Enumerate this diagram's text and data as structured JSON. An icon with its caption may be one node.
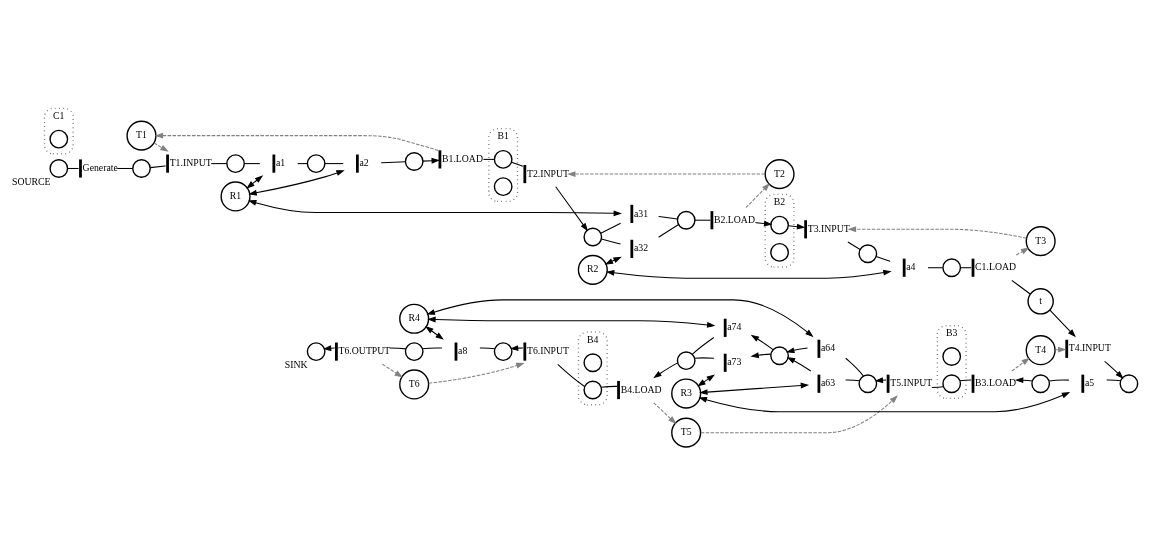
{
  "diagram": {
    "nodes": [
      {
        "text": [
          "T1"
        ]
      },
      {
        "text": [
          "R2"
        ]
      },
      {
        "text": [
          "T2"
        ]
      },
      {
        "text": [
          "T3"
        ]
      },
      {
        "text": [],
        "shape": "circle"
      },
      {
        "text": [],
        "shape": "bar",
        "beside": [
          "T1.INPUT"
        ]
      },
      {
        "text": [],
        "shape": "circle"
      },
      {
        "text": [],
        "shape": "bar",
        "beside": [
          "a1"
        ]
      },
      {
        "text": [],
        "shape": "circle"
      },
      {
        "text": [],
        "shape": "bar",
        "beside": [
          "a2"
        ]
      },
      {
        "text": [],
        "shape": "circle"
      },
      {
        "text": [],
        "shape": "bar",
        "beside": [
          "B1.LOAD"
        ]
      },
      {
        "text": [
          "B1"
        ]
      },
      {
        "text": [],
        "shape": "circle",
        "in": 12
      },
      {
        "text": [],
        "shape": "circle",
        "in": 12
      },
      {
        "text": [],
        "shape": "bar",
        "beside": [
          "T2.INPUT"
        ]
      },
      {
        "text": [],
        "shape": "circle"
      },
      {
        "text": [],
        "shape": "bar",
        "beside": [
          "a32"
        ]
      },
      {
        "text": [],
        "shape": "bar",
        "beside": [
          "a31"
        ]
      },
      {
        "text": [],
        "shape": "circle"
      },
      {
        "text": [],
        "shape": "bar",
        "beside": [
          "B2.LOAD"
        ]
      },
      {
        "text": [
          "B2"
        ]
      },
      {
        "text": [],
        "shape": "circle",
        "in": 21
      },
      {
        "text": [],
        "shape": "circle",
        "in": 21
      },
      {
        "text": [],
        "shape": "bar",
        "beside": [
          "T3.INPUT"
        ]
      },
      {
        "text": [],
        "shape": "circle"
      },
      {
        "text": [],
        "shape": "bar",
        "beside": [
          "a4"
        ]
      },
      {
        "text": [],
        "shape": "circle"
      },
      {
        "text": [],
        "shape": "bar",
        "beside": [
          "Generate"
        ]
      },
      {
        "text": [
          "R1"
        ]
      },
      {
        "text": [],
        "shape": "bar",
        "beside": [
          "C1.LOAD"
        ]
      },
      {
        "text": [
          "C1"
        ]
      },
      {
        "text": [],
        "shape": "circle",
        "in": 31
      },
      {
        "text": [],
        "shape": "circle",
        "beside": [
          "SOURCE"
        ]
      },
      {
        "text": [
          "t"
        ]
      },
      {
        "text": [],
        "shape": "circle",
        "beside": [
          "SINK"
        ]
      },
      {
        "text": [
          "R4"
        ]
      },
      {
        "text": [],
        "shape": "bar",
        "beside": [
          "T4.INPUT"
        ]
      },
      {
        "text": [
          "B4"
        ]
      },
      {
        "text": [],
        "shape": "circle",
        "in": 38
      },
      {
        "text": [],
        "shape": "bar",
        "beside": [
          "a64"
        ]
      },
      {
        "text": [],
        "shape": "bar",
        "beside": [
          "a74"
        ]
      },
      {
        "text": [
          "B3"
        ]
      },
      {
        "text": [],
        "shape": "circle",
        "in": 42
      },
      {
        "text": [],
        "shape": "circle"
      },
      {
        "text": [],
        "shape": "bar",
        "beside": [
          "a5"
        ]
      },
      {
        "text": [],
        "shape": "circle"
      },
      {
        "text": [],
        "shape": "bar",
        "beside": [
          "B3.LOAD"
        ]
      },
      {
        "text": [],
        "shape": "circle",
        "in": 42
      },
      {
        "text": [],
        "shape": "bar",
        "beside": [
          "T5.INPUT"
        ]
      },
      {
        "text": [],
        "shape": "circle"
      },
      {
        "text": [],
        "shape": "circle"
      },
      {
        "text": [],
        "shape": "circle"
      },
      {
        "text": [],
        "shape": "bar",
        "beside": [
          "B4.LOAD"
        ]
      },
      {
        "text": [],
        "shape": "circle",
        "in": 38
      },
      {
        "text": [],
        "shape": "bar",
        "beside": [
          "T6.INPUT"
        ]
      },
      {
        "text": [],
        "shape": "circle"
      },
      {
        "text": [],
        "shape": "bar",
        "beside": [
          "a8"
        ]
      },
      {
        "text": [],
        "shape": "circle"
      },
      {
        "text": [],
        "shape": "bar",
        "beside": [
          "T6.OUTPUT"
        ]
      },
      {
        "text": [],
        "shape": "bar",
        "beside": [
          "a73"
        ]
      },
      {
        "text": [],
        "shape": "bar",
        "beside": [
          "a63"
        ]
      },
      {
        "text": [
          "T4"
        ]
      },
      {
        "text": [
          "T6"
        ]
      },
      {
        "text": [
          "T5"
        ]
      },
      {
        "text": [
          "R3"
        ]
      }
    ],
    "edges": [
      {
        "from": 33,
        "to": 28,
        "arrow": "none"
      },
      {
        "from": 28,
        "to": 4,
        "arrow": "none"
      },
      {
        "from": 4,
        "to": 5,
        "arrow": "none"
      },
      {
        "from": 5,
        "to": 6,
        "arrow": "none"
      },
      {
        "from": 6,
        "to": 7,
        "arrow": "none"
      },
      {
        "from": 7,
        "to": 8,
        "arrow": "none"
      },
      {
        "from": 8,
        "to": 9,
        "arrow": "none"
      },
      {
        "from": 9,
        "to": 10,
        "arrow": "none"
      },
      {
        "from": 10,
        "to": 11,
        "arrow": "to"
      },
      {
        "from": 11,
        "to": 13,
        "arrow": "none"
      },
      {
        "from": 13,
        "to": 15,
        "arrow": "none"
      },
      {
        "from": 15,
        "to": 16,
        "arrow": "to"
      },
      {
        "from": 16,
        "to": 17,
        "arrow": "none"
      },
      {
        "from": 16,
        "to": 18,
        "arrow": "none"
      },
      {
        "from": 17,
        "to": 19,
        "arrow": "none"
      },
      {
        "from": 18,
        "to": 19,
        "arrow": "none"
      },
      {
        "from": 19,
        "to": 20,
        "arrow": "none"
      },
      {
        "from": 20,
        "to": 22,
        "arrow": "to"
      },
      {
        "from": 22,
        "to": 24,
        "arrow": "to"
      },
      {
        "from": 24,
        "to": 25,
        "arrow": "none"
      },
      {
        "from": 25,
        "to": 26,
        "arrow": "none"
      },
      {
        "from": 26,
        "to": 27,
        "arrow": "none"
      },
      {
        "from": 27,
        "to": 30,
        "arrow": "none"
      },
      {
        "from": 30,
        "to": 34,
        "arrow": "none"
      },
      {
        "from": 34,
        "to": 37,
        "arrow": "to"
      },
      {
        "from": 37,
        "to": 44,
        "arrow": "to"
      },
      {
        "from": 44,
        "to": 45,
        "arrow": "none"
      },
      {
        "from": 45,
        "to": 46,
        "arrow": "none"
      },
      {
        "from": 46,
        "to": 47,
        "arrow": "to"
      },
      {
        "from": 47,
        "to": 48,
        "arrow": "none"
      },
      {
        "from": 48,
        "to": 49,
        "arrow": "none"
      },
      {
        "from": 49,
        "to": 50,
        "arrow": "to"
      },
      {
        "from": 50,
        "to": 40,
        "arrow": "none"
      },
      {
        "from": 50,
        "to": 61,
        "arrow": "none"
      },
      {
        "from": 40,
        "to": 51,
        "arrow": "to"
      },
      {
        "from": 61,
        "to": 51,
        "arrow": "to"
      },
      {
        "from": 51,
        "to": 41,
        "arrow": "to"
      },
      {
        "from": 51,
        "to": 60,
        "arrow": "to"
      },
      {
        "from": 41,
        "to": 52,
        "arrow": "none"
      },
      {
        "from": 60,
        "to": 52,
        "arrow": "none"
      },
      {
        "from": 52,
        "to": 53,
        "arrow": "to"
      },
      {
        "from": 53,
        "to": 54,
        "arrow": "none"
      },
      {
        "from": 54,
        "to": 55,
        "arrow": "none"
      },
      {
        "from": 55,
        "to": 56,
        "arrow": "to"
      },
      {
        "from": 56,
        "to": 57,
        "arrow": "none"
      },
      {
        "from": 57,
        "to": 58,
        "arrow": "none"
      },
      {
        "from": 58,
        "to": 59,
        "arrow": "none"
      },
      {
        "from": 59,
        "to": 35,
        "arrow": "to"
      },
      {
        "from": 29,
        "to": 7,
        "arrow": "both"
      },
      {
        "from": 29,
        "to": 9,
        "arrow": "both"
      },
      {
        "from": 29,
        "to": 18,
        "arrow": "both"
      },
      {
        "from": 1,
        "to": 17,
        "arrow": "both"
      },
      {
        "from": 1,
        "to": 26,
        "arrow": "both"
      },
      {
        "from": 36,
        "to": 57,
        "arrow": "both"
      },
      {
        "from": 36,
        "to": 41,
        "arrow": "both"
      },
      {
        "from": 36,
        "to": 40,
        "arrow": "both"
      },
      {
        "from": 65,
        "to": 60,
        "arrow": "both"
      },
      {
        "from": 65,
        "to": 61,
        "arrow": "both"
      },
      {
        "from": 65,
        "to": 45,
        "arrow": "both"
      },
      {
        "from": 0,
        "to": 5,
        "arrow": "to",
        "style": "dashed",
        "color": "#808080"
      },
      {
        "from": 11,
        "to": 0,
        "arrow": "to",
        "style": "dashed",
        "color": "#808080"
      },
      {
        "from": 2,
        "to": 15,
        "arrow": "to",
        "style": "dashed",
        "color": "#808080"
      },
      {
        "from": 20,
        "to": 2,
        "arrow": "to",
        "style": "dashed",
        "color": "#808080"
      },
      {
        "from": 3,
        "to": 24,
        "arrow": "to",
        "style": "dashed",
        "color": "#808080"
      },
      {
        "from": 30,
        "to": 3,
        "arrow": "to",
        "style": "dashed",
        "color": "#808080"
      },
      {
        "from": 62,
        "to": 37,
        "arrow": "to",
        "style": "dashed",
        "color": "#808080"
      },
      {
        "from": 47,
        "to": 62,
        "arrow": "to",
        "style": "dashed",
        "color": "#808080"
      },
      {
        "from": 64,
        "to": 49,
        "arrow": "to",
        "style": "dashed",
        "color": "#808080"
      },
      {
        "from": 53,
        "to": 64,
        "arrow": "to",
        "style": "dashed",
        "color": "#808080"
      },
      {
        "from": 63,
        "to": 55,
        "arrow": "to",
        "style": "dashed",
        "color": "#808080"
      },
      {
        "from": 59,
        "to": 63,
        "arrow": "to",
        "style": "dashed",
        "color": "#808080"
      }
    ]
  }
}
